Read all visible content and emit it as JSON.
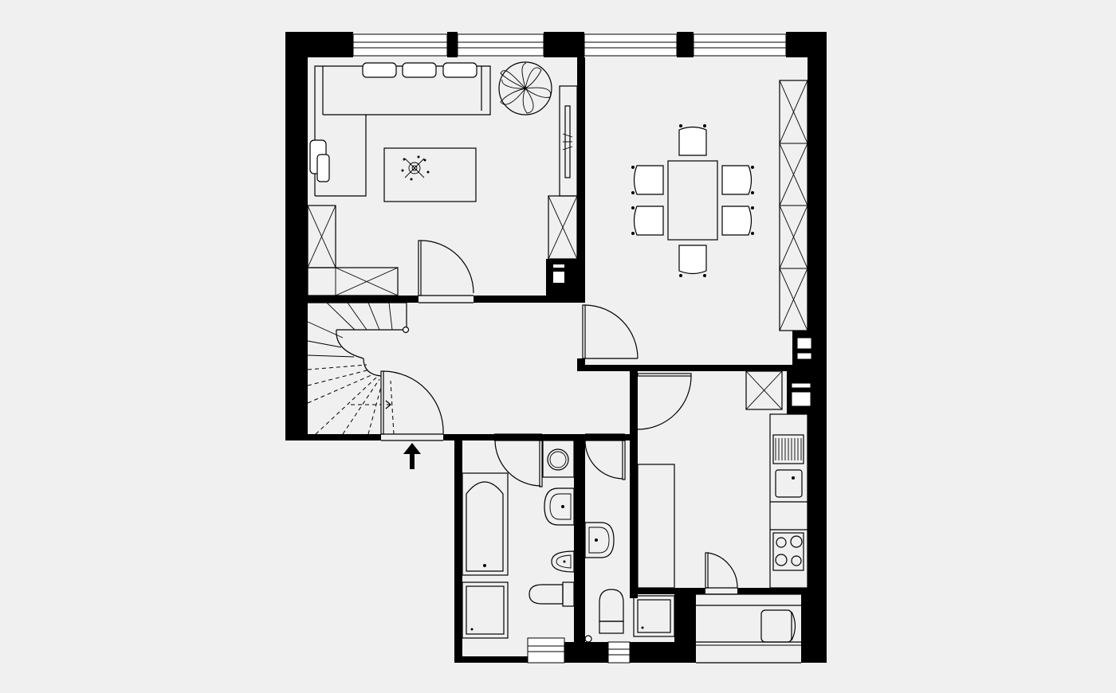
{
  "plan": {
    "background_color": "#f0f0f0",
    "wall_color": "#000000",
    "line_color": "#000000",
    "rooms": [
      "living-room",
      "dining-room",
      "hallway",
      "staircase",
      "bathroom",
      "toilet",
      "kitchen",
      "storage"
    ],
    "entrance_marker": "arrow-up-icon"
  }
}
